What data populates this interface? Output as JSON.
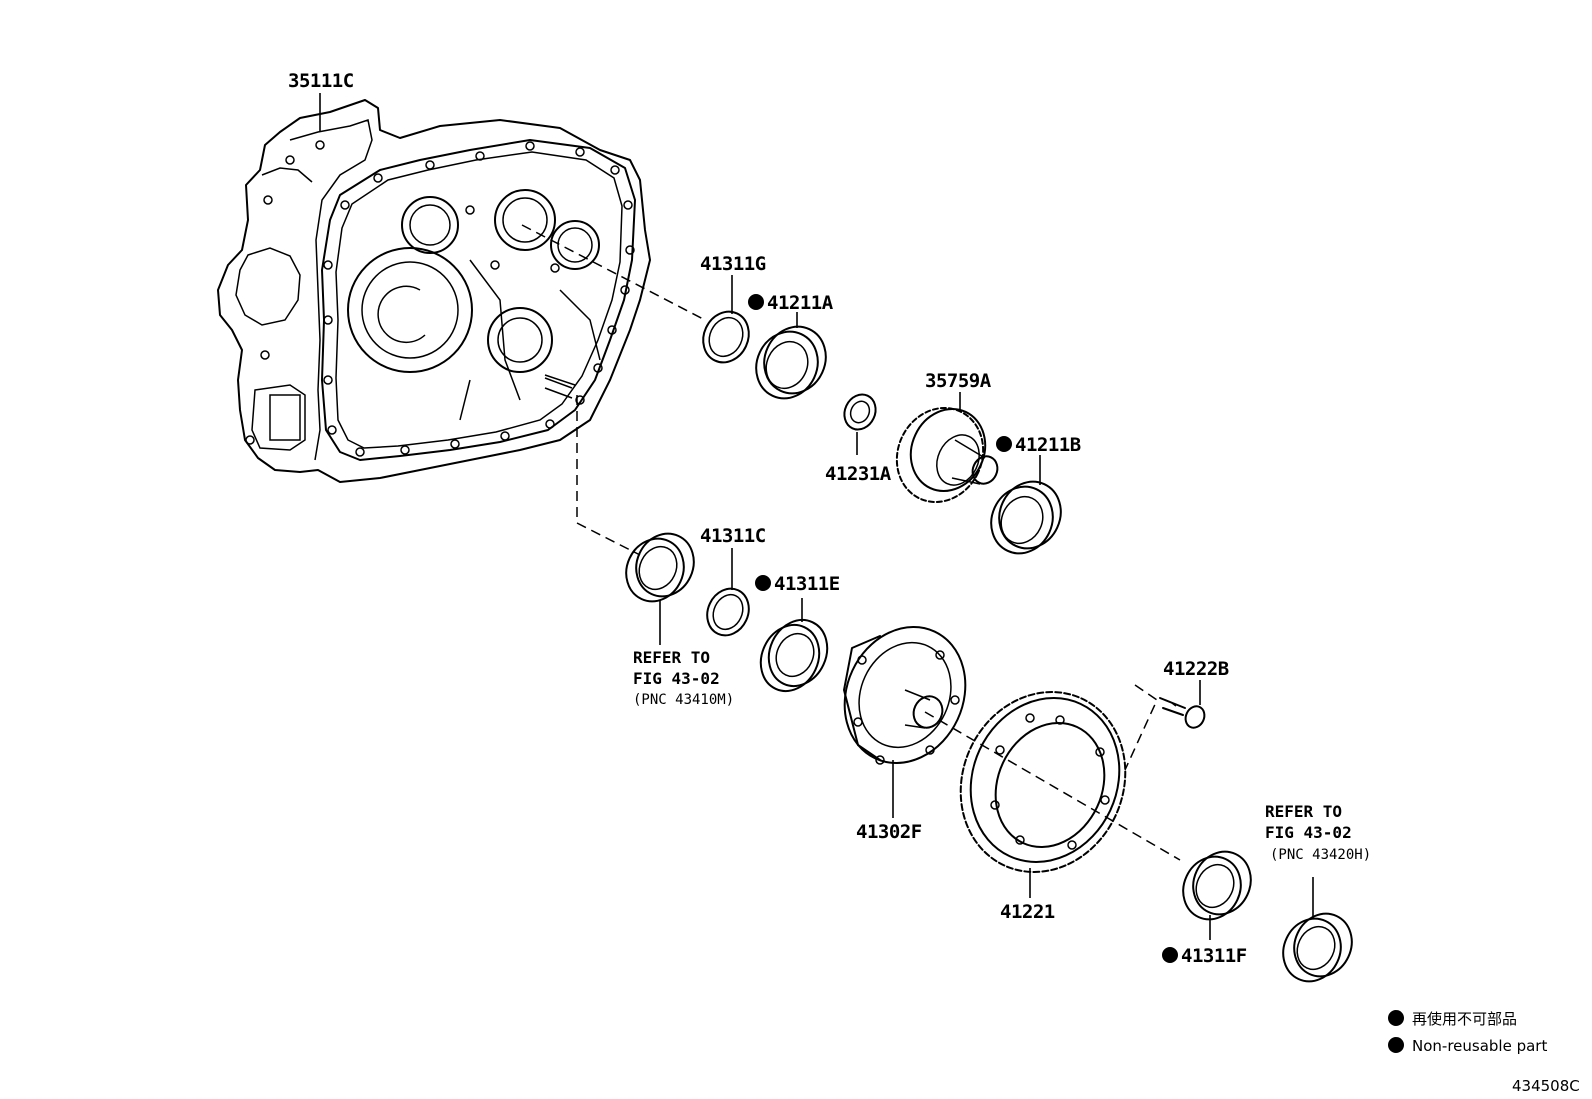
{
  "parts": {
    "p35111C": "35111C",
    "p41311G": "41311G",
    "p41211A": "41211A",
    "p35759A": "35759A",
    "p41231A": "41231A",
    "p41211B": "41211B",
    "p41311C": "41311C",
    "p41311E": "41311E",
    "p41222B": "41222B",
    "p41302F": "41302F",
    "p41221": "41221",
    "p41311F": "41311F"
  },
  "refer_left": {
    "line1": "REFER TO",
    "line2": "FIG 43-02",
    "line3": "(PNC 43410M)"
  },
  "refer_right": {
    "line1": "REFER TO",
    "line2": "FIG 43-02",
    "line3": "(PNC 43420H)"
  },
  "legend": {
    "jp": "再使用不可部品",
    "en": "Non-reusable part"
  },
  "figure_id": "434508C"
}
